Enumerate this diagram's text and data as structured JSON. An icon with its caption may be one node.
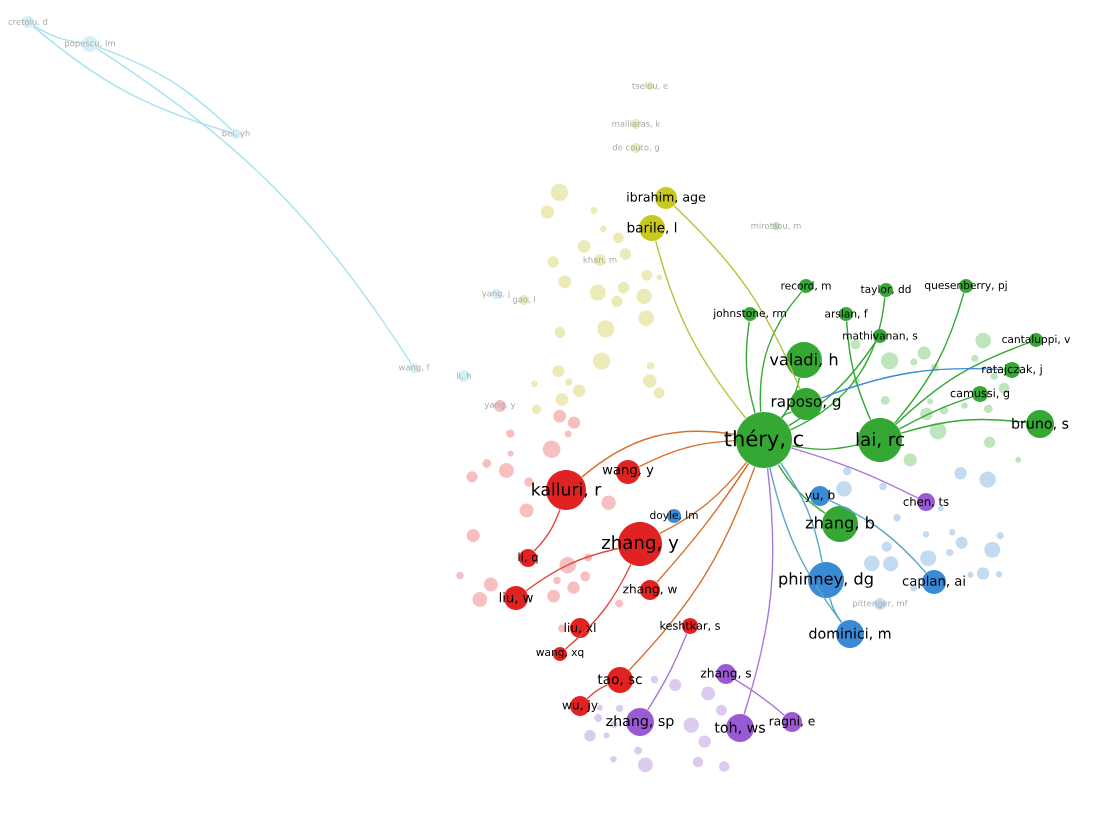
{
  "diagram": {
    "nodes": [
      {
        "text": [
          "cretoiu, d"
        ]
      },
      {
        "text": [
          "popescu, lm"
        ]
      },
      {
        "text": [
          "bei, yh"
        ]
      },
      {
        "text": [
          "tselou, e"
        ]
      },
      {
        "text": [
          "malliaras, k"
        ]
      },
      {
        "text": [
          "de couto, g"
        ]
      },
      {
        "text": [
          "ibrahim, age"
        ]
      },
      {
        "text": [
          "barile, l"
        ]
      },
      {
        "text": [
          "khan, m"
        ]
      },
      {
        "text": [
          "mirotsou, m"
        ]
      },
      {
        "text": [
          "record, m"
        ]
      },
      {
        "text": [
          "taylor, dd"
        ]
      },
      {
        "text": [
          "quesenberry, pj"
        ]
      },
      {
        "text": [
          "johnstone, rm"
        ]
      },
      {
        "text": [
          "arslan, f"
        ]
      },
      {
        "text": [
          "mathivanan, s"
        ]
      },
      {
        "text": [
          "cantaluppi, v"
        ]
      },
      {
        "text": [
          "valadi, h"
        ]
      },
      {
        "text": [
          "ratajczak, j"
        ]
      },
      {
        "text": [
          "camussi, g"
        ]
      },
      {
        "text": [
          "raposo, g"
        ]
      },
      {
        "text": [
          "théry, c"
        ]
      },
      {
        "text": [
          "lai, rc"
        ]
      },
      {
        "text": [
          "bruno, s"
        ]
      },
      {
        "text": [
          "yang, j"
        ]
      },
      {
        "text": [
          "gao, l"
        ]
      },
      {
        "text": [
          "li, h"
        ]
      },
      {
        "text": [
          "wang, f"
        ]
      },
      {
        "text": [
          "yang, y"
        ]
      },
      {
        "text": [
          "kalluri, r"
        ]
      },
      {
        "text": [
          "wang, y"
        ]
      },
      {
        "text": [
          "yu, b"
        ]
      },
      {
        "text": [
          "chen, ts"
        ]
      },
      {
        "text": [
          "zhang, y"
        ]
      },
      {
        "text": [
          "zhang, b"
        ]
      },
      {
        "text": [
          "doyle, lm"
        ]
      },
      {
        "text": [
          "li, q"
        ]
      },
      {
        "text": [
          "liu, w"
        ]
      },
      {
        "text": [
          "phinney, dg"
        ]
      },
      {
        "text": [
          "caplan, ai"
        ]
      },
      {
        "text": [
          "zhang, w"
        ]
      },
      {
        "text": [
          "pittenger, mf"
        ]
      },
      {
        "text": [
          "liu, xl"
        ]
      },
      {
        "text": [
          "keshtkar, s"
        ]
      },
      {
        "text": [
          "dominici, m"
        ]
      },
      {
        "text": [
          "wang, xq"
        ]
      },
      {
        "text": [
          "tao, sc"
        ]
      },
      {
        "text": [
          "zhang, s"
        ]
      },
      {
        "text": [
          "wu, jy"
        ]
      },
      {
        "text": [
          "zhang, sp"
        ]
      },
      {
        "text": [
          "toh, ws"
        ]
      },
      {
        "text": [
          "ragni, e"
        ]
      }
    ],
    "edges": [
      {
        "from": 0,
        "to": 1,
        "arrow": "none",
        "color": "#a8e2ef"
      },
      {
        "from": 1,
        "to": 2,
        "arrow": "none",
        "color": "#a8e2ef"
      },
      {
        "from": 0,
        "to": 2,
        "arrow": "none",
        "color": "#a8e2ef"
      },
      {
        "from": 1,
        "to": 27,
        "arrow": "none",
        "color": "#a8e2ef"
      },
      {
        "from": 21,
        "to": 17,
        "arrow": "none"
      },
      {
        "from": 21,
        "to": 20,
        "arrow": "none"
      },
      {
        "from": 21,
        "to": 22,
        "arrow": "none"
      },
      {
        "from": 21,
        "to": 13,
        "arrow": "none"
      },
      {
        "from": 21,
        "to": 10,
        "arrow": "none"
      },
      {
        "from": 22,
        "to": 14,
        "arrow": "none"
      },
      {
        "from": 21,
        "to": 15,
        "arrow": "none"
      },
      {
        "from": 21,
        "to": 11,
        "arrow": "none"
      },
      {
        "from": 21,
        "to": 34,
        "arrow": "none"
      },
      {
        "from": 22,
        "to": 23,
        "arrow": "none"
      },
      {
        "from": 22,
        "to": 12,
        "arrow": "none"
      },
      {
        "from": 22,
        "to": 16,
        "arrow": "none"
      },
      {
        "from": 22,
        "to": 19,
        "arrow": "none"
      },
      {
        "from": 20,
        "to": 18,
        "arrow": "none",
        "color": "#3a8ad6"
      },
      {
        "from": 7,
        "to": 21,
        "arrow": "none",
        "color": "#b6c43a"
      },
      {
        "from": 6,
        "to": 20,
        "arrow": "none",
        "color": "#b6c43a"
      },
      {
        "from": 21,
        "to": 29,
        "arrow": "none",
        "color": "#d9702e"
      },
      {
        "from": 21,
        "to": 33,
        "arrow": "none",
        "color": "#d9702e"
      },
      {
        "from": 21,
        "to": 30,
        "arrow": "none",
        "color": "#d9702e"
      },
      {
        "from": 21,
        "to": 46,
        "arrow": "none",
        "color": "#d9702e"
      },
      {
        "from": 21,
        "to": 40,
        "arrow": "none",
        "color": "#d9702e"
      },
      {
        "from": 29,
        "to": 36,
        "arrow": "none",
        "color": "#e04a3a"
      },
      {
        "from": 33,
        "to": 37,
        "arrow": "none",
        "color": "#e04a3a"
      },
      {
        "from": 33,
        "to": 45,
        "arrow": "none",
        "color": "#e04a3a"
      },
      {
        "from": 46,
        "to": 48,
        "arrow": "none",
        "color": "#e04a3a"
      },
      {
        "from": 21,
        "to": 38,
        "arrow": "none",
        "color": "#5aa6c8"
      },
      {
        "from": 21,
        "to": 44,
        "arrow": "none",
        "color": "#5aa6c8"
      },
      {
        "from": 31,
        "to": 39,
        "arrow": "none",
        "color": "#5aa6c8"
      },
      {
        "from": 38,
        "to": 44,
        "arrow": "none",
        "color": "#5aa6c8"
      },
      {
        "from": 21,
        "to": 50,
        "arrow": "none",
        "color": "#a878d8"
      },
      {
        "from": 43,
        "to": 49,
        "arrow": "none",
        "color": "#a878d8"
      },
      {
        "from": 47,
        "to": 51,
        "arrow": "none",
        "color": "#a878d8"
      },
      {
        "from": 21,
        "to": 32,
        "arrow": "none",
        "color": "#a878d8"
      }
    ]
  }
}
